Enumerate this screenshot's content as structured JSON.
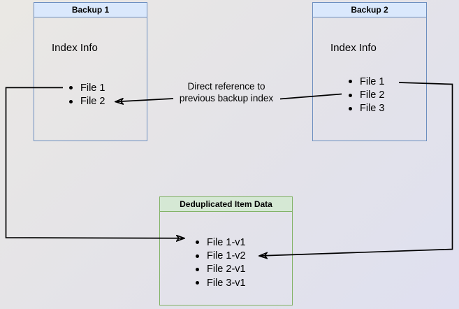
{
  "diagram": {
    "backup1": {
      "title": "Backup 1",
      "subtitle": "Index Info",
      "items": [
        "File 1",
        "File 2"
      ]
    },
    "backup2": {
      "title": "Backup 2",
      "subtitle": "Index Info",
      "items": [
        "File 1",
        "File 2",
        "File 3"
      ]
    },
    "dedup": {
      "title": "Deduplicated Item Data",
      "items": [
        "File 1-v1",
        "File 1-v2",
        "File 2-v1",
        "File 3-v1"
      ]
    },
    "annotation": {
      "line1": "Direct reference to",
      "line2": "previous backup index"
    },
    "colors": {
      "blue_header_fill": "#dae8fc",
      "blue_border": "#6c8ebf",
      "green_header_fill": "#d5e8d4",
      "green_border": "#82b366",
      "connector": "#000000"
    }
  }
}
